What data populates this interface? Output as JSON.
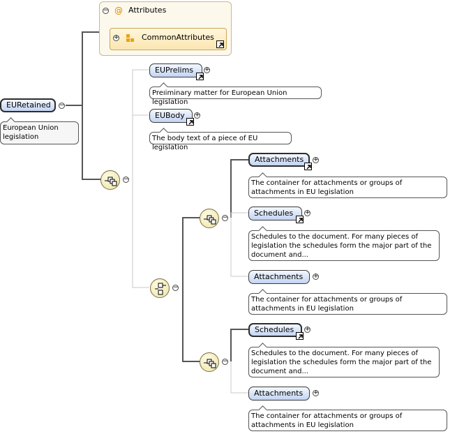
{
  "root": {
    "label": "EURetained",
    "doc": "European Union legislation"
  },
  "attributes": {
    "title": "Attributes",
    "group": "CommonAttributes"
  },
  "prelims": {
    "label": "EUPrelims",
    "doc": "Preliminary matter for European Union legislation"
  },
  "body": {
    "label": "EUBody",
    "doc": "The body text of a piece of EU legislation"
  },
  "branch1": [
    {
      "label": "Attachments",
      "doc": "The container for attachments or groups of attachments in EU legislation"
    },
    {
      "label": "Schedules",
      "doc": "Schedules to the document. For many pieces of legislation the schedules form the major part of the document and..."
    },
    {
      "label": "Attachments",
      "doc": "The container for attachments or groups of attachments in EU legislation"
    }
  ],
  "branch2": [
    {
      "label": "Schedules",
      "doc": "Schedules to the document. For many pieces of legislation the schedules form the major part of the document and..."
    },
    {
      "label": "Attachments",
      "doc": "The container for attachments or groups of attachments in EU legislation"
    }
  ],
  "symbols": {
    "collapse": "−",
    "expand": "+",
    "at": "@"
  },
  "colors": {
    "element_fill_top": "#f4f8ff",
    "element_fill_bottom": "#c3d4f2",
    "compositor_fill": "#ece3a6",
    "attributes_fill": "#fdf8ec",
    "connector_dark": "#555555",
    "connector_light": "#c8c8c8"
  }
}
